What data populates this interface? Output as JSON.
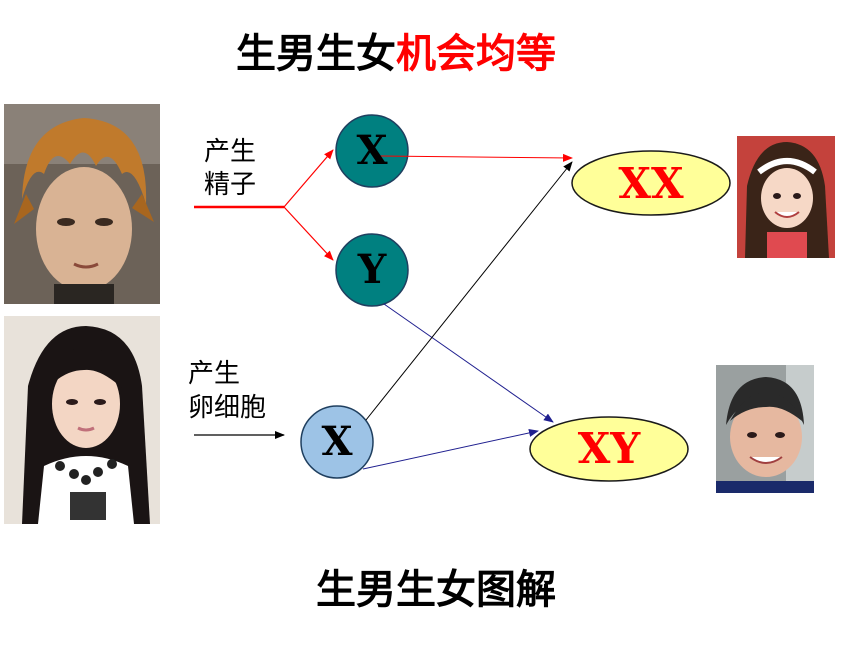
{
  "title": {
    "main": "生男生女",
    "highlight": "机会均等"
  },
  "bottom_title": "生男生女图解",
  "labels": {
    "male_line1": "产生",
    "male_line2": "精子",
    "female_line1": "产生",
    "female_line2": "卵细胞"
  },
  "nodes": {
    "sperm_x": "X",
    "sperm_y": "Y",
    "egg_x": "X",
    "result_xx": "XX",
    "result_xy": "XY"
  },
  "colors": {
    "sperm_fill": "#008080",
    "egg_fill": "#9dc3e6",
    "result_fill": "#ffff99",
    "highlight": "#ff0000",
    "male_arrow": "#ff0000",
    "female_arrow": "#000000",
    "y_line": "#1f1f8f"
  },
  "images": {
    "man": "photo of young man with spiky brown hair",
    "woman": "photo of young woman with long black hair",
    "girl": "photo of smiling girl with headband",
    "boy": "photo of smiling boy with short hair"
  }
}
